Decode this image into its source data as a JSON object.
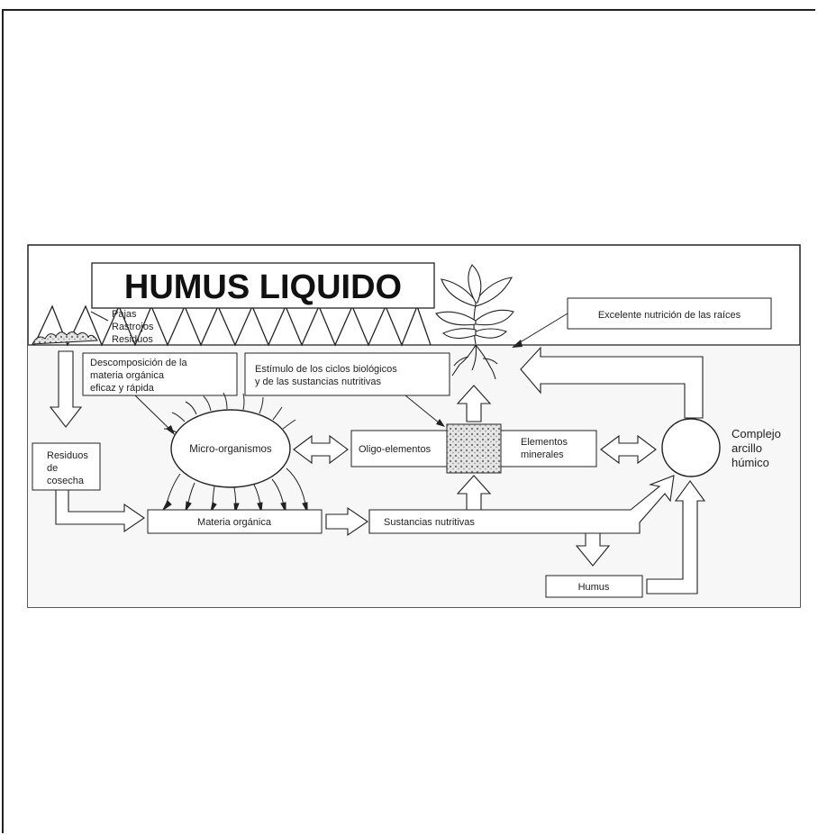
{
  "title": "HUMUS LIQUIDO",
  "surface_labels": [
    "Pajas",
    "Rastrojos",
    "Residuos"
  ],
  "boxes": {
    "descomposicion": [
      "Descomposición de la",
      "materia orgánica",
      "eficaz y rápida"
    ],
    "estimulo": [
      "Estímulo de los ciclos biológicos",
      "y de las sustancias nutritivas"
    ],
    "nutricion": "Excelente nutrición de las raíces",
    "residuos": [
      "Residuos",
      "de",
      "cosecha"
    ],
    "oligo": "Oligo-elementos",
    "minerales": [
      "Elementos",
      "minerales"
    ],
    "materia": "Materia orgánica",
    "sustancias": "Sustancias nutritivas",
    "humus": "Humus"
  },
  "micro": "Micro-organismos",
  "complejo": [
    "Complejo",
    "arcillo",
    "húmico"
  ],
  "colors": {
    "line": "#1a1a1a",
    "paper": "#ffffff",
    "soil": "#f7f7f7"
  }
}
